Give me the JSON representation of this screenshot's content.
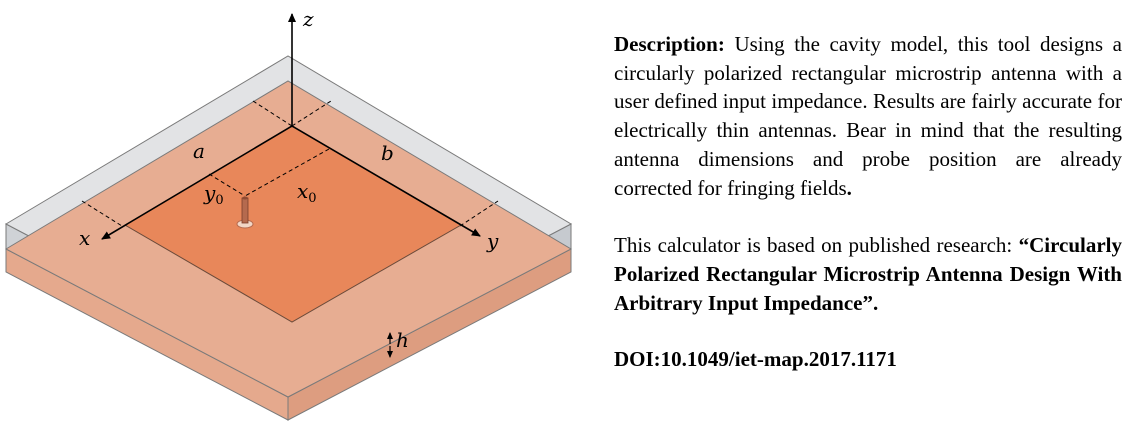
{
  "figure": {
    "axes": {
      "z": "z",
      "x": "x",
      "y": "y"
    },
    "dimensions": {
      "a": "a",
      "b": "b",
      "h": "h"
    },
    "probe": {
      "y0_base": "y",
      "y0_sub": "0",
      "x0_base": "x",
      "x0_sub": "0"
    },
    "colors": {
      "substrate_side": "#E6AB8F",
      "substrate_side_dark": "#DC9B7E",
      "ground_top": "#E7AD92",
      "patch": "#E8875A",
      "glass_top": "#E1E2E4",
      "glass_side": "#CDD0D4",
      "outline": "#5C5C5C",
      "probe": "#B56A4E"
    }
  },
  "description": {
    "label": "Description:",
    "text": " Using the cavity model, this tool designs a circularly polarized rectangular microstrip antenna with a user defined input impedance. Results are fairly accurate for electrically thin antennas. Bear in mind that the resulting antenna dimensions and probe position are already corrected for fringing fields",
    "end": "."
  },
  "based_on": {
    "text": "This calculator is based on published research: ",
    "paper_title": "“Circularly Polarized Rectangular Microstrip Antenna Design With Arbitrary Input Impedance”."
  },
  "doi": "DOI:10.1049/iet-map.2017.1171"
}
